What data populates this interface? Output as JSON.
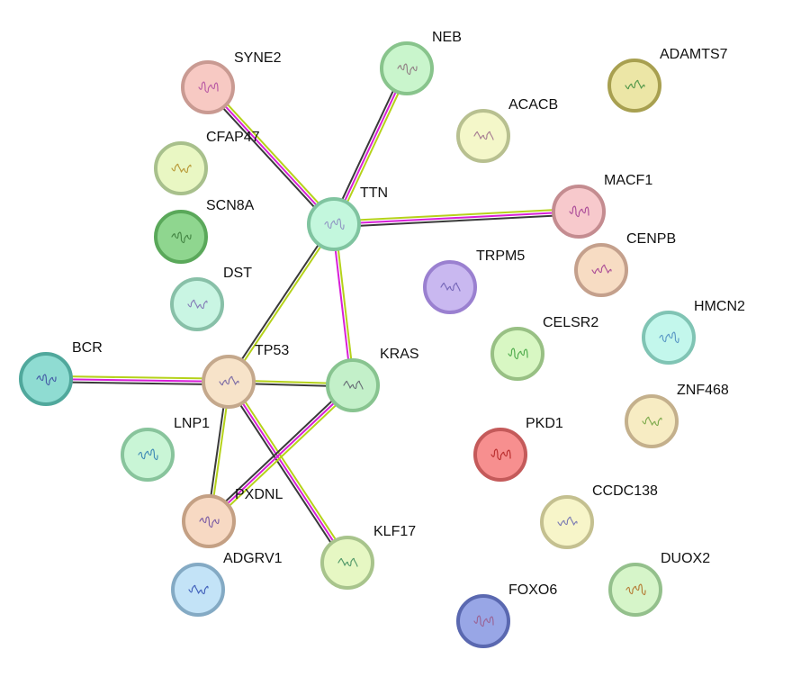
{
  "title": "Protein interaction network",
  "edge_colors": {
    "black": "#3a3a3a",
    "magenta": "#d81fd8",
    "yellow_green": "#b5d21a"
  },
  "nodes": [
    {
      "id": "SYNE2",
      "label": "SYNE2",
      "fill": "#f7c9c3",
      "ring": "#c99a92",
      "glyph": "#b04aa0"
    },
    {
      "id": "NEB",
      "label": "NEB",
      "fill": "#c9f5cc",
      "ring": "#88c48c",
      "glyph": "#8a6e7a"
    },
    {
      "id": "ADAMTS7",
      "label": "ADAMTS7",
      "fill": "#ece6a6",
      "ring": "#a8a050",
      "glyph": "#3a8a3a"
    },
    {
      "id": "ACACB",
      "label": "ACACB",
      "fill": "#f4f7c9",
      "ring": "#b8c090",
      "glyph": "#9a6a8a"
    },
    {
      "id": "CFAP47",
      "label": "CFAP47",
      "fill": "#e9f7c3",
      "ring": "#a8c08c",
      "glyph": "#b08a20"
    },
    {
      "id": "TTN",
      "label": "TTN",
      "fill": "#c3f7dd",
      "ring": "#80c4a0",
      "glyph": "#8a8ac0"
    },
    {
      "id": "MACF1",
      "label": "MACF1",
      "fill": "#f7c9cc",
      "ring": "#c48c90",
      "glyph": "#a03a90"
    },
    {
      "id": "SCN8A",
      "label": "SCN8A",
      "fill": "#8fd68f",
      "ring": "#5aa85a",
      "glyph": "#3a7a3a"
    },
    {
      "id": "CENPB",
      "label": "CENPB",
      "fill": "#f7dcc3",
      "ring": "#c4a08c",
      "glyph": "#a03a90"
    },
    {
      "id": "TRPM5",
      "label": "TRPM5",
      "fill": "#c9b8f0",
      "ring": "#9a80d0",
      "glyph": "#6a5ab0"
    },
    {
      "id": "DST",
      "label": "DST",
      "fill": "#c9f5e3",
      "ring": "#88c0a8",
      "glyph": "#7a6ab0"
    },
    {
      "id": "HMCN2",
      "label": "HMCN2",
      "fill": "#c3f7ec",
      "ring": "#80c4b4",
      "glyph": "#4a8ac0"
    },
    {
      "id": "CELSR2",
      "label": "CELSR2",
      "fill": "#d8f7c3",
      "ring": "#98c084",
      "glyph": "#3aa03a"
    },
    {
      "id": "BCR",
      "label": "BCR",
      "fill": "#8fdcd2",
      "ring": "#50a89c",
      "glyph": "#3a4aa0"
    },
    {
      "id": "TP53",
      "label": "TP53",
      "fill": "#f7e3c9",
      "ring": "#c4a88c",
      "glyph": "#6a5aa0"
    },
    {
      "id": "KRAS",
      "label": "KRAS",
      "fill": "#c3f0c9",
      "ring": "#88c490",
      "glyph": "#5a5a6a"
    },
    {
      "id": "ZNF468",
      "label": "ZNF468",
      "fill": "#f7ecc3",
      "ring": "#c4b08c",
      "glyph": "#6aa03a"
    },
    {
      "id": "LNP1",
      "label": "LNP1",
      "fill": "#c9f5d6",
      "ring": "#88c49c",
      "glyph": "#2a7ab0"
    },
    {
      "id": "PKD1",
      "label": "PKD1",
      "fill": "#f78f8f",
      "ring": "#c45a5a",
      "glyph": "#b02020"
    },
    {
      "id": "PXDNL",
      "label": "PXDNL",
      "fill": "#f7d9c3",
      "ring": "#c4a084",
      "glyph": "#6a4aa0"
    },
    {
      "id": "CCDC138",
      "label": "CCDC138",
      "fill": "#f7f5c9",
      "ring": "#c4c090",
      "glyph": "#6a6ab0"
    },
    {
      "id": "KLF17",
      "label": "KLF17",
      "fill": "#e6f7c3",
      "ring": "#a8c48c",
      "glyph": "#3a8a5a"
    },
    {
      "id": "ADGRV1",
      "label": "ADGRV1",
      "fill": "#c3e3f7",
      "ring": "#84aac4",
      "glyph": "#2a4ab0"
    },
    {
      "id": "DUOX2",
      "label": "DUOX2",
      "fill": "#d6f5c9",
      "ring": "#94c08c",
      "glyph": "#b06a20"
    },
    {
      "id": "FOXO6",
      "label": "FOXO6",
      "fill": "#98a6e6",
      "ring": "#5a68b0",
      "glyph": "#9a5a8a"
    }
  ],
  "edges": [
    {
      "source": "SYNE2",
      "target": "TTN",
      "evidence": [
        "black",
        "magenta",
        "yellow_green"
      ]
    },
    {
      "source": "NEB",
      "target": "TTN",
      "evidence": [
        "black",
        "magenta",
        "yellow_green"
      ]
    },
    {
      "source": "TTN",
      "target": "MACF1",
      "evidence": [
        "black",
        "magenta",
        "yellow_green"
      ]
    },
    {
      "source": "TTN",
      "target": "TP53",
      "evidence": [
        "black",
        "yellow_green"
      ]
    },
    {
      "source": "TTN",
      "target": "KRAS",
      "evidence": [
        "magenta",
        "yellow_green"
      ]
    },
    {
      "source": "BCR",
      "target": "TP53",
      "evidence": [
        "black",
        "magenta",
        "yellow_green"
      ]
    },
    {
      "source": "TP53",
      "target": "KRAS",
      "evidence": [
        "black",
        "yellow_green"
      ]
    },
    {
      "source": "TP53",
      "target": "PXDNL",
      "evidence": [
        "black",
        "yellow_green"
      ]
    },
    {
      "source": "TP53",
      "target": "KLF17",
      "evidence": [
        "black",
        "magenta",
        "yellow_green"
      ]
    },
    {
      "source": "KRAS",
      "target": "PXDNL",
      "evidence": [
        "black",
        "magenta",
        "yellow_green"
      ]
    }
  ]
}
